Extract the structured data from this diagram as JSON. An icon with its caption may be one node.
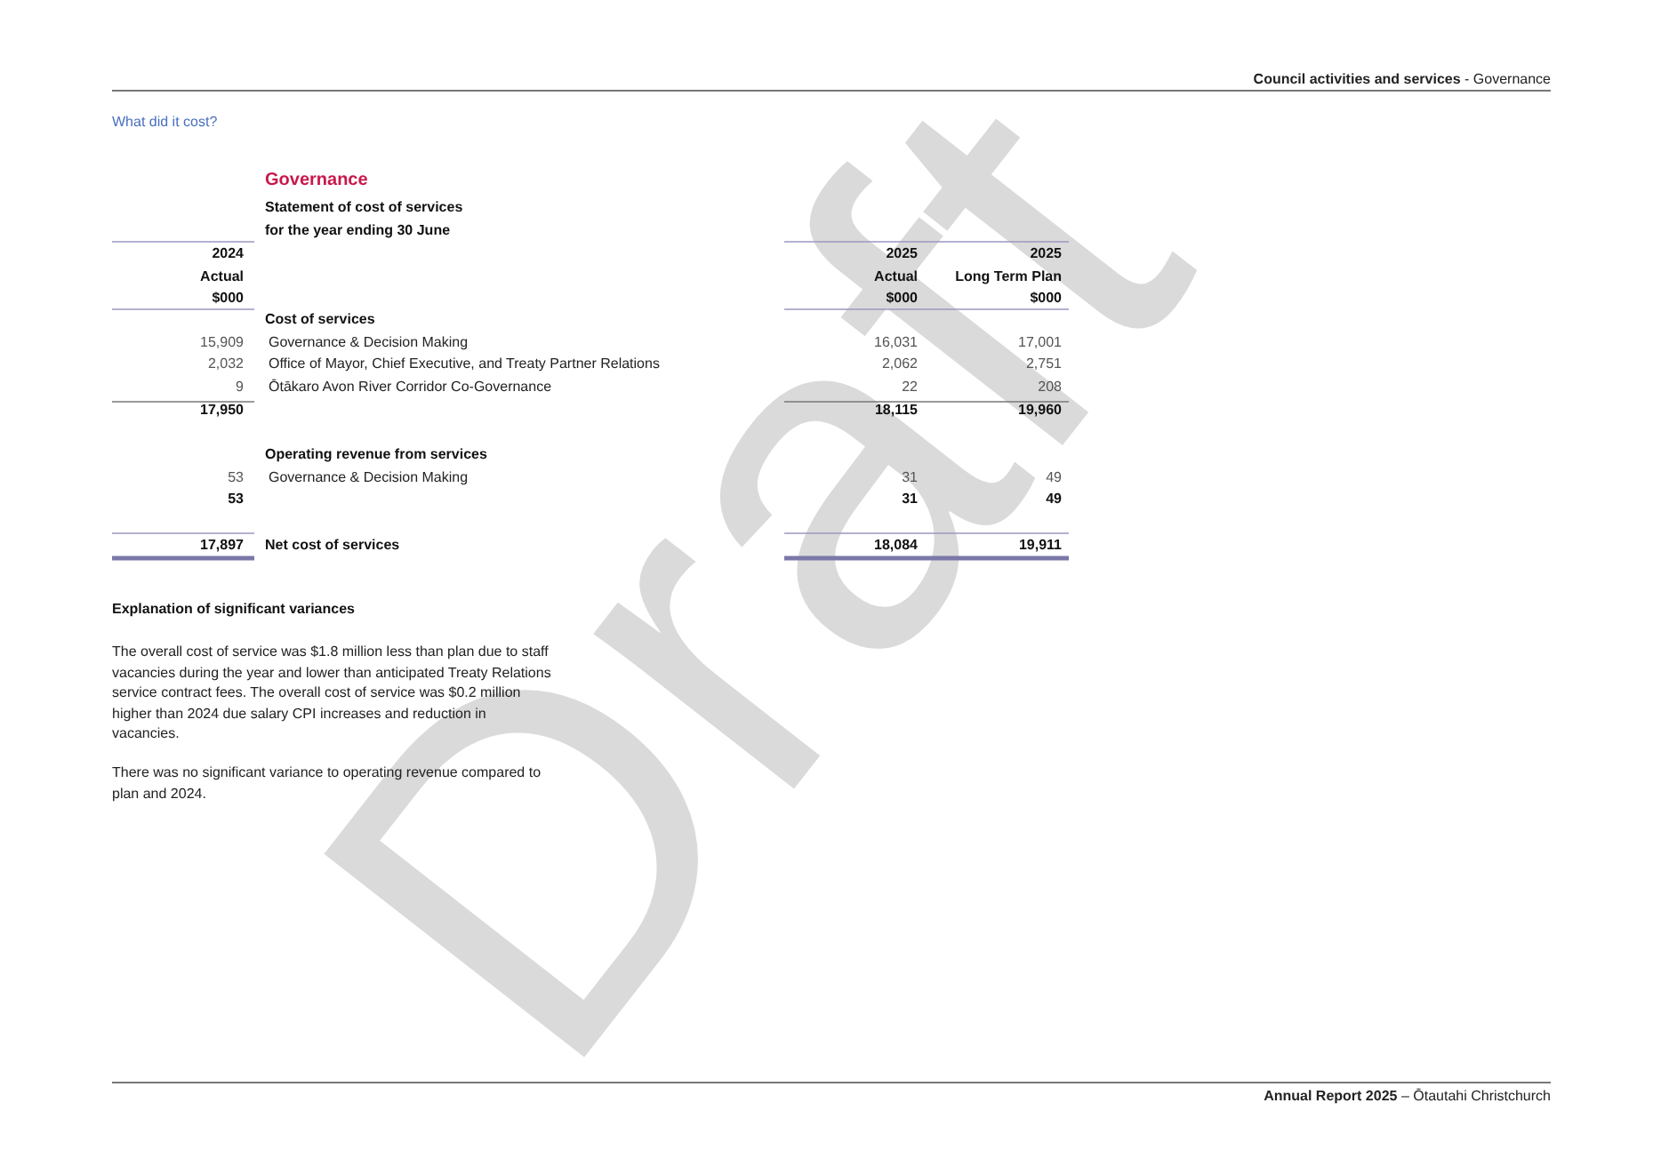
{
  "diagram": {
    "labels": [
      "**Council activities and services** - Governance",
      "What did it cost?",
      "Governance",
      "Statement of cost of services",
      "for the year ending 30 June",
      "2024",
      "2025",
      "2025",
      "Actual",
      "Actual",
      "Long Term Plan",
      "$000",
      "$000",
      "$000",
      "Cost of services",
      "15,909",
      "Governance & Decision Making",
      "16,031",
      "17,001",
      "2,032",
      "Office of Mayor, Chief Executive, and Treaty Partner Relations",
      "2,062",
      "2,751",
      "9",
      "Ōtākaro Avon River Corridor Co-Governance",
      "22",
      "208",
      "17,950",
      "18,115",
      "19,960",
      "Operating revenue from services",
      "53",
      "Governance & Decision Making",
      "31",
      "49",
      "53",
      "31",
      "49",
      "17,897",
      "Net cost of services",
      "18,084",
      "19,911",
      "Explanation of significant variances",
      "The overall cost of service was $1.8 million less than plan due to staff vacancies during the year and lower than anticipated Treaty Relations service contract fees. The overall cost of service was $0.2 million higher than 2024 due salary CPI increases and reduction in vacancies.",
      "There was no significant variance to operating revenue compared to plan and 2024.",
      "Draft",
      "**Annual Report 2025** – Ōtautahi Christchurch"
    ]
  }
}
